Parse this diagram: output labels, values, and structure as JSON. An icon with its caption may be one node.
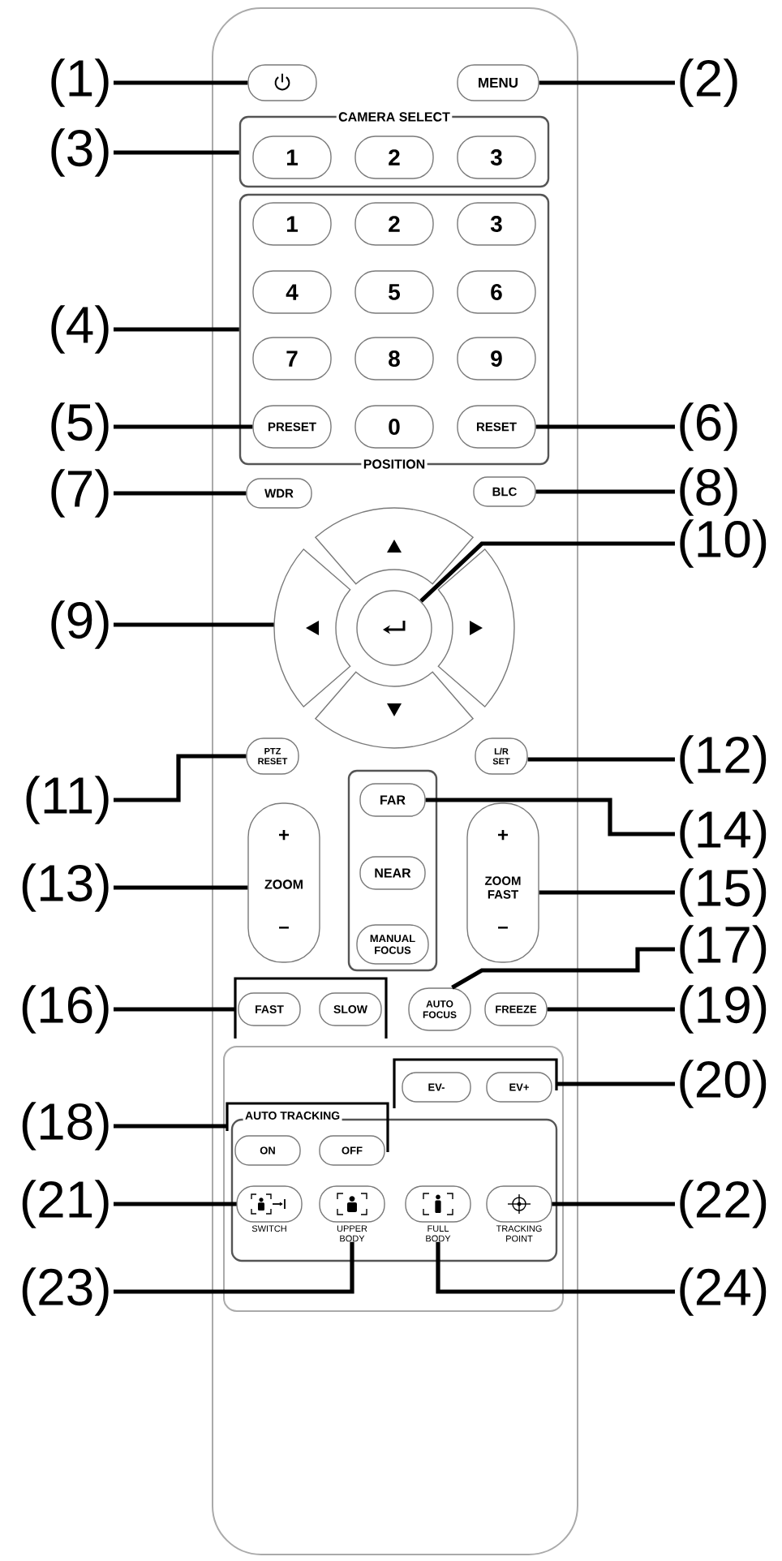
{
  "diagram": {
    "nodes": [
      {
        "text": [],
        "shape": "box"
      },
      {
        "text": [
          "(1)"
        ]
      },
      {
        "text": [],
        "shape": "box",
        "in": 0
      },
      {
        "text": [
          "MENU"
        ],
        "in": 0
      },
      {
        "text": [
          "(2)"
        ]
      },
      {
        "text": [
          "(3)"
        ]
      },
      {
        "text": [
          "CAMERA SELECT"
        ],
        "in": 0
      },
      {
        "text": [
          "1"
        ],
        "in": 6
      },
      {
        "text": [
          "2"
        ],
        "in": 6
      },
      {
        "text": [
          "3"
        ],
        "in": 6
      },
      {
        "text": [
          "POSITION"
        ],
        "in": 0
      },
      {
        "text": [
          "1"
        ],
        "in": 10
      },
      {
        "text": [
          "2"
        ],
        "in": 10
      },
      {
        "text": [
          "3"
        ],
        "in": 10
      },
      {
        "text": [
          "4"
        ],
        "in": 10
      },
      {
        "text": [
          "5"
        ],
        "in": 10
      },
      {
        "text": [
          "6"
        ],
        "in": 10
      },
      {
        "text": [
          "7"
        ],
        "in": 10
      },
      {
        "text": [
          "8"
        ],
        "in": 10
      },
      {
        "text": [
          "9"
        ],
        "in": 10
      },
      {
        "text": [
          "(4)"
        ]
      },
      {
        "text": [
          "(5)"
        ]
      },
      {
        "text": [
          "PRESET"
        ],
        "in": 10
      },
      {
        "text": [
          "0"
        ],
        "in": 10
      },
      {
        "text": [
          "RESET"
        ],
        "in": 10
      },
      {
        "text": [
          "(6)"
        ]
      },
      {
        "text": [
          "(7)"
        ]
      },
      {
        "text": [
          "WDR"
        ],
        "in": 0
      },
      {
        "text": [
          "BLC"
        ],
        "in": 0
      },
      {
        "text": [
          "(8)"
        ]
      },
      {
        "text": [],
        "shape": "box",
        "in": 0
      },
      {
        "text": [
          "(10)"
        ]
      },
      {
        "text": [
          "(9)"
        ]
      },
      {
        "text": [],
        "shape": "box",
        "in": 0
      },
      {
        "text": [],
        "shape": "circle",
        "in": 0
      },
      {
        "text": [],
        "shape": "box",
        "in": 0
      },
      {
        "text": [],
        "shape": "box",
        "in": 0
      },
      {
        "text": [
          "PTZ RESET"
        ],
        "in": 0
      },
      {
        "text": [
          "L/R SET"
        ],
        "in": 0
      },
      {
        "text": [
          "(12)"
        ]
      },
      {
        "text": [
          "(11)"
        ]
      },
      {
        "text": [],
        "shape": "box",
        "in": 0
      },
      {
        "text": [
          "FAR"
        ],
        "in": 41
      },
      {
        "text": [
          "(14)"
        ]
      },
      {
        "text": [
          "(13)"
        ]
      },
      {
        "text": [
          "+",
          "ZOOM",
          "–"
        ],
        "in": 0
      },
      {
        "text": [
          "NEAR"
        ],
        "in": 41
      },
      {
        "text": [
          "+",
          "ZOOM FAST",
          "–"
        ],
        "in": 0
      },
      {
        "text": [
          "(15)"
        ]
      },
      {
        "text": [
          "MANUAL FOCUS"
        ],
        "in": 41
      },
      {
        "text": [
          "(17)"
        ]
      },
      {
        "text": [
          "(16)"
        ]
      },
      {
        "text": [],
        "shape": "bracket",
        "in": 0
      },
      {
        "text": [
          "FAST"
        ],
        "in": 52
      },
      {
        "text": [
          "SLOW"
        ],
        "in": 52
      },
      {
        "text": [
          "AUTO FOCUS"
        ],
        "in": 0
      },
      {
        "text": [
          "FREEZE"
        ],
        "in": 0
      },
      {
        "text": [
          "(19)"
        ]
      },
      {
        "text": [],
        "shape": "box",
        "in": 0
      },
      {
        "text": [],
        "shape": "bracket",
        "in": 58
      },
      {
        "text": [
          "EV-"
        ],
        "in": 59
      },
      {
        "text": [
          "EV+"
        ],
        "in": 59
      },
      {
        "text": [
          "(20)"
        ]
      },
      {
        "text": [
          "(18)"
        ]
      },
      {
        "text": [],
        "shape": "box",
        "in": 58
      },
      {
        "text": [
          "AUTO TRACKING"
        ],
        "in": 58
      },
      {
        "text": [
          "ON"
        ],
        "in": 64
      },
      {
        "text": [
          "OFF"
        ],
        "in": 64
      },
      {
        "text": [
          "(21)"
        ]
      },
      {
        "text": [
          "SWITCH"
        ],
        "in": 64
      },
      {
        "text": [
          "UPPER BODY"
        ],
        "in": 64
      },
      {
        "text": [
          "FULL BODY"
        ],
        "in": 64
      },
      {
        "text": [
          "TRACKING POINT"
        ],
        "in": 64
      },
      {
        "text": [
          "(22)"
        ]
      },
      {
        "text": [
          "(23)"
        ]
      },
      {
        "text": [
          "(24)"
        ]
      }
    ],
    "edges": [
      {
        "from": 1,
        "to": 2,
        "arrow": "none"
      },
      {
        "from": 4,
        "to": 3,
        "arrow": "none"
      },
      {
        "from": 5,
        "to": 6,
        "arrow": "none"
      },
      {
        "from": 20,
        "to": 10,
        "arrow": "none"
      },
      {
        "from": 21,
        "to": 22,
        "arrow": "none"
      },
      {
        "from": 25,
        "to": 24,
        "arrow": "none"
      },
      {
        "from": 26,
        "to": 27,
        "arrow": "none"
      },
      {
        "from": 29,
        "to": 28,
        "arrow": "none"
      },
      {
        "from": 32,
        "to": 33,
        "arrow": "none"
      },
      {
        "from": 31,
        "to": 34,
        "arrow": "none"
      },
      {
        "from": 40,
        "to": 37,
        "arrow": "none"
      },
      {
        "from": 39,
        "to": 38,
        "arrow": "none"
      },
      {
        "from": 44,
        "to": 45,
        "arrow": "none"
      },
      {
        "from": 43,
        "to": 42,
        "arrow": "none"
      },
      {
        "from": 48,
        "to": 47,
        "arrow": "none"
      },
      {
        "from": 51,
        "to": 52,
        "arrow": "none"
      },
      {
        "from": 50,
        "to": 55,
        "arrow": "none"
      },
      {
        "from": 63,
        "to": 65,
        "arrow": "none"
      },
      {
        "from": 57,
        "to": 56,
        "arrow": "none"
      },
      {
        "from": 62,
        "to": 59,
        "arrow": "none"
      },
      {
        "from": 68,
        "to": 69,
        "arrow": "none"
      },
      {
        "from": 73,
        "to": 72,
        "arrow": "none"
      },
      {
        "from": 74,
        "to": 70,
        "arrow": "none"
      },
      {
        "from": 75,
        "to": 71,
        "arrow": "none"
      }
    ]
  }
}
